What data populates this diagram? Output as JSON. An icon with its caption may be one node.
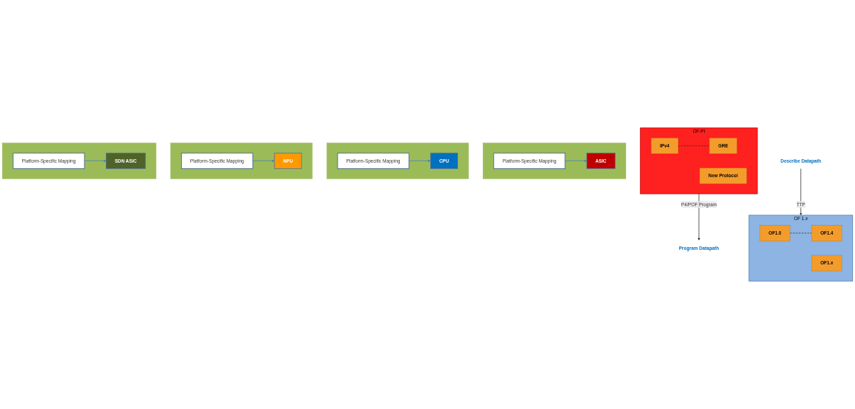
{
  "diagram": {
    "nodes": [
      {
        "text": [
          "OF 1.x"
        ]
      },
      {
        "text": [
          "OF1.0"
        ],
        "in": 0
      },
      {
        "text": [
          "OF1.4"
        ],
        "in": 0
      },
      {
        "text": [
          "OF1.x"
        ],
        "in": 0
      },
      {
        "text": [
          "OF-PI"
        ]
      },
      {
        "text": [
          "IPv4"
        ],
        "in": 4
      },
      {
        "text": [
          "GRE"
        ],
        "in": 4
      },
      {
        "text": [
          "New Protocol"
        ],
        "in": 4
      },
      {
        "text": [
          "Describe Datapath"
        ]
      },
      {
        "text": [
          "Program Datapath"
        ]
      },
      {
        "text": [],
        "shape": "box"
      },
      {
        "text": [
          "Platform-Specific Mapping"
        ],
        "in": 10
      },
      {
        "text": [
          "ASIC"
        ],
        "in": 10
      },
      {
        "text": [],
        "shape": "box"
      },
      {
        "text": [
          "Platform-Specific Mapping"
        ],
        "in": 13
      },
      {
        "text": [
          "CPU"
        ],
        "in": 13
      },
      {
        "text": [],
        "shape": "box"
      },
      {
        "text": [
          "Platform-Specific Mapping"
        ],
        "in": 16
      },
      {
        "text": [
          "NPU"
        ],
        "in": 16
      },
      {
        "text": [],
        "shape": "box"
      },
      {
        "text": [
          "Platform-Specific Mapping"
        ],
        "in": 19
      },
      {
        "text": [
          "SDN ASIC"
        ],
        "in": 19
      }
    ],
    "edges": [
      {
        "from": 1,
        "to": 2,
        "arrow": "none",
        "style": "dashed"
      },
      {
        "from": 5,
        "to": 6,
        "arrow": "none",
        "style": "dashed"
      },
      {
        "from": 8,
        "to": 0,
        "arrow": "to",
        "label": "TTP"
      },
      {
        "from": 4,
        "to": 9,
        "arrow": "to",
        "label": "P4/POF Program"
      },
      {
        "from": 11,
        "to": 12,
        "arrow": "to",
        "color": "#4f81bd"
      },
      {
        "from": 14,
        "to": 15,
        "arrow": "to",
        "color": "#4f81bd"
      },
      {
        "from": 17,
        "to": 18,
        "arrow": "to",
        "color": "#4f81bd"
      },
      {
        "from": 20,
        "to": 21,
        "arrow": "to",
        "color": "#4f81bd"
      }
    ]
  }
}
